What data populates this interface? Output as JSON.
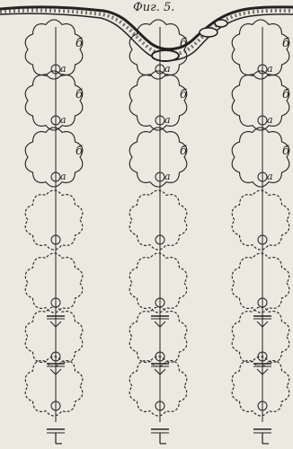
{
  "figure": {
    "caption": "Фиг. 5.",
    "labels": {
      "a": "а",
      "b": "б"
    },
    "ink": "#222222",
    "paper": "#ece9e0"
  }
}
